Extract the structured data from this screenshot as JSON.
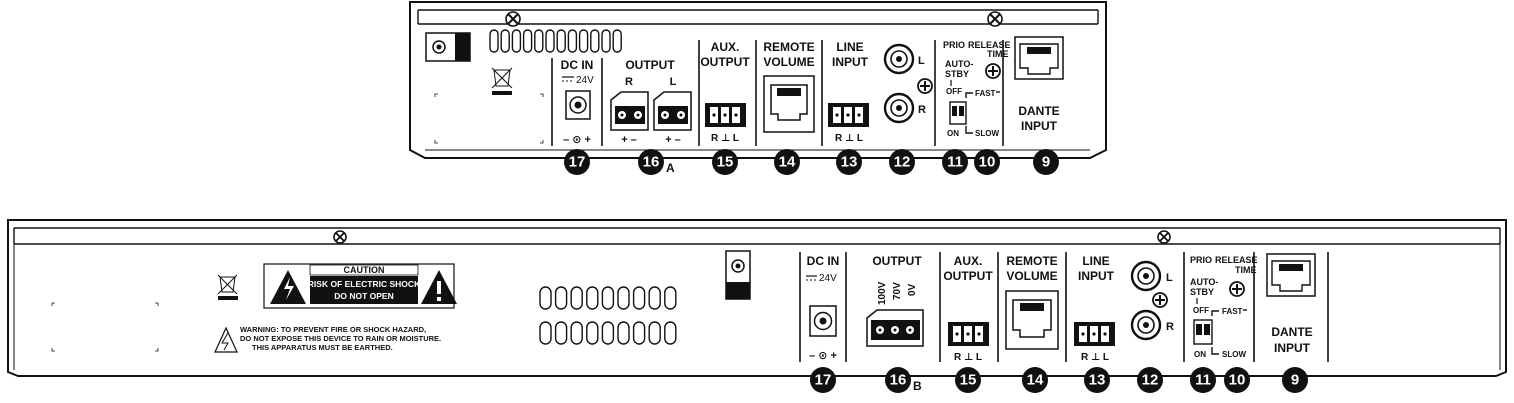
{
  "top_panel": {
    "dc_in": {
      "title": "DC IN",
      "voltage": "24V",
      "polarity": "– ⊙ +"
    },
    "output": {
      "title": "OUTPUT",
      "r": "R",
      "l": "L",
      "pol_r": "+ –",
      "pol_l": "+ –"
    },
    "aux_output": {
      "line1": "AUX.",
      "line2": "OUTPUT",
      "pins": "R ⊥ L"
    },
    "remote_volume": {
      "line1": "REMOTE",
      "line2": "VOLUME"
    },
    "line_input": {
      "line1": "LINE",
      "line2": "INPUT",
      "pins": "R ⊥ L",
      "rca_l": "L",
      "rca_r": "R"
    },
    "prio": {
      "prio": "PRIO",
      "release": "RELEASE",
      "time": "TIME",
      "auto": "AUTO-",
      "stby": "STBY",
      "off": "OFF",
      "on": "ON",
      "fast": "FAST",
      "slow": "SLOW"
    },
    "dante": {
      "line1": "DANTE",
      "line2": "INPUT"
    },
    "callouts": [
      "17",
      "16",
      "15",
      "14",
      "13",
      "12",
      "11",
      "10",
      "9"
    ],
    "callout_suffix": "A"
  },
  "bottom_panel": {
    "caution": {
      "title": "CAUTION",
      "line2": "RISK OF ELECTRIC SHOCK",
      "line3": "DO NOT OPEN"
    },
    "warning": {
      "line1": "WARNING: TO PREVENT FIRE OR SHOCK HAZARD,",
      "line2": "DO NOT EXPOSE THIS DEVICE TO RAIN OR MOISTURE.",
      "line3": "THIS APPARATUS MUST BE EARTHED."
    },
    "dc_in": {
      "title": "DC IN",
      "voltage": "24V",
      "polarity": "– ⊙ +"
    },
    "output": {
      "title": "OUTPUT",
      "taps": [
        "100V",
        "70V",
        "0V"
      ]
    },
    "aux_output": {
      "line1": "AUX.",
      "line2": "OUTPUT",
      "pins": "R ⊥ L"
    },
    "remote_volume": {
      "line1": "REMOTE",
      "line2": "VOLUME"
    },
    "line_input": {
      "line1": "LINE",
      "line2": "INPUT",
      "pins": "R ⊥ L",
      "rca_l": "L",
      "rca_r": "R"
    },
    "prio": {
      "prio": "PRIO",
      "release": "RELEASE",
      "time": "TIME",
      "auto": "AUTO-",
      "stby": "STBY",
      "off": "OFF",
      "on": "ON",
      "fast": "FAST",
      "slow": "SLOW"
    },
    "dante": {
      "line1": "DANTE",
      "line2": "INPUT"
    },
    "callouts": [
      "17",
      "16",
      "15",
      "14",
      "13",
      "12",
      "11",
      "10",
      "9"
    ],
    "callout_suffix": "B"
  }
}
